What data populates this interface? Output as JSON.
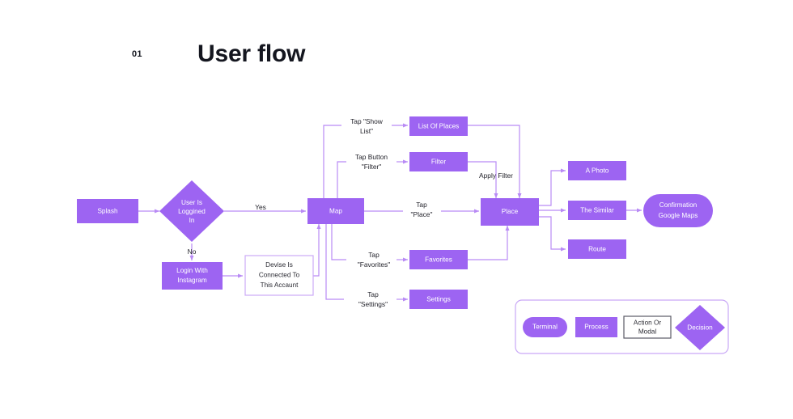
{
  "header": {
    "slide_number": "01",
    "title": "User flow"
  },
  "colors": {
    "node_fill": "#9d64f2",
    "connector": "#b98bf5",
    "node_outline_border": "#cbaaf7",
    "legend_border": "#c9a8f6",
    "modal_border": "#5a5a66",
    "title_text": "#14161f",
    "background": "#ffffff"
  },
  "diagram": {
    "nodes": {
      "splash": {
        "label": "Splash",
        "type": "process"
      },
      "user_is_loggined_in": {
        "label_line1": "User Is",
        "label_line2": "Loggined",
        "label_line3": "In",
        "type": "decision"
      },
      "login_with_instagram": {
        "label_line1": "Login With",
        "label_line2": "Instagram",
        "type": "process"
      },
      "devise_connected": {
        "label_line1": "Devise Is",
        "label_line2": "Connected To",
        "label_line3": "This Accaunt",
        "type": "action-or-modal"
      },
      "map": {
        "label": "Map",
        "type": "process"
      },
      "list_of_places": {
        "label": "List Of Places",
        "type": "process"
      },
      "filter": {
        "label": "Filter",
        "type": "process"
      },
      "favorites": {
        "label": "Favorites",
        "type": "process"
      },
      "settings": {
        "label": "Settings",
        "type": "process"
      },
      "place": {
        "label": "Place",
        "type": "process"
      },
      "a_photo": {
        "label": "A Photo",
        "type": "process"
      },
      "the_similar": {
        "label": "The Similar",
        "type": "process"
      },
      "route": {
        "label": "Route",
        "type": "process"
      },
      "confirmation_google_maps": {
        "label_line1": "Confirmation",
        "label_line2": "Google Maps",
        "type": "terminal"
      }
    },
    "edge_labels": {
      "yes": "Yes",
      "no": "No",
      "tap_show_list_1": "Tap \"Show",
      "tap_show_list_2": "List\"",
      "tap_button_filter_1": "Tap Button",
      "tap_button_filter_2": "\"Filter\"",
      "apply_filter": "Apply Filter",
      "tap_place_1": "Tap",
      "tap_place_2": "\"Place\"",
      "tap_favorites_1": "Tap",
      "tap_favorites_2": "\"Favorites\"",
      "tap_settings_1": "Tap",
      "tap_settings_2": "\"Settings\""
    }
  },
  "legend": {
    "items": [
      {
        "key": "terminal",
        "label": "Terminal",
        "shape": "pill"
      },
      {
        "key": "process",
        "label": "Process",
        "shape": "rect"
      },
      {
        "key": "action_or_modal",
        "label_line1": "Action Or",
        "label_line2": "Modal",
        "shape": "outline-rect"
      },
      {
        "key": "decision",
        "label": "Decision",
        "shape": "diamond"
      }
    ]
  }
}
